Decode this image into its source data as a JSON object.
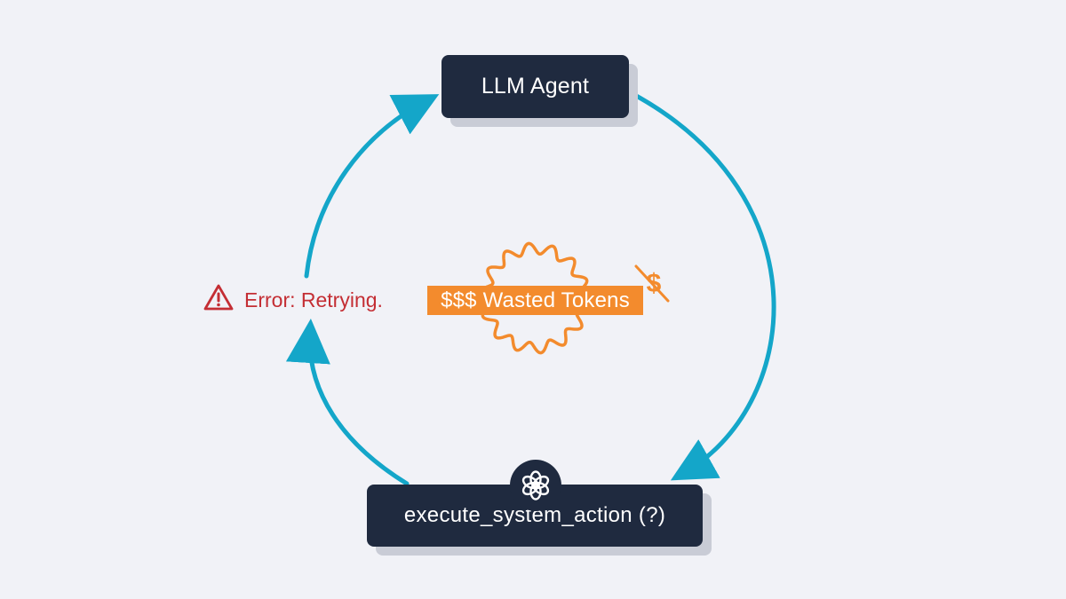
{
  "nodes": {
    "agent_label": "LLM Agent",
    "action_label": "execute_system_action (?)"
  },
  "error": {
    "text": "Error: Retrying.",
    "icon": "warning-triangle-icon"
  },
  "waste": {
    "text": "$$$ Wasted Tokens",
    "icons": [
      "wavy-badge-icon",
      "crossed-dollar-icon"
    ]
  },
  "action_icon": "openai-logo-icon",
  "colors": {
    "background": "#f1f2f7",
    "node": "#1f2a3f",
    "node_shadow": "#c9ccd6",
    "loop_arrow": "#14a6c9",
    "error": "#c42e34",
    "waste": "#f38b2d"
  }
}
